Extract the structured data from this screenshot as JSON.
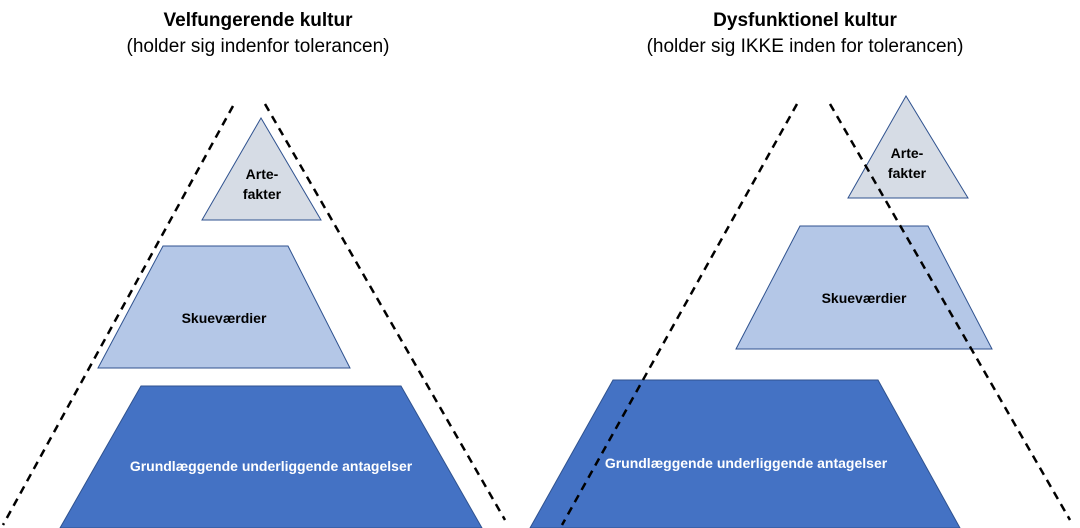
{
  "left_panel": {
    "title": "Velfungerende kultur",
    "subtitle": "(holder sig indenfor tolerancen)",
    "layers": {
      "artifacts": {
        "line1": "Arte-",
        "line2": "fakter"
      },
      "espoused_values": "Skueværdier",
      "basic_assumptions": "Grundlæggende underliggende antagelser"
    }
  },
  "right_panel": {
    "title": "Dysfunktionel kultur",
    "subtitle": "(holder sig IKKE inden for tolerancen)",
    "layers": {
      "artifacts": {
        "line1": "Arte-",
        "line2": "fakter"
      },
      "espoused_values": "Skueværdier",
      "basic_assumptions": "Grundlæggende underliggende antagelser"
    }
  },
  "colors": {
    "artifacts_fill": "#d6dce5",
    "espoused_values_fill": "#b4c7e7",
    "basic_assumptions_fill": "#4472c4",
    "outline": "#2f528f",
    "tolerance_line": "#000000"
  }
}
